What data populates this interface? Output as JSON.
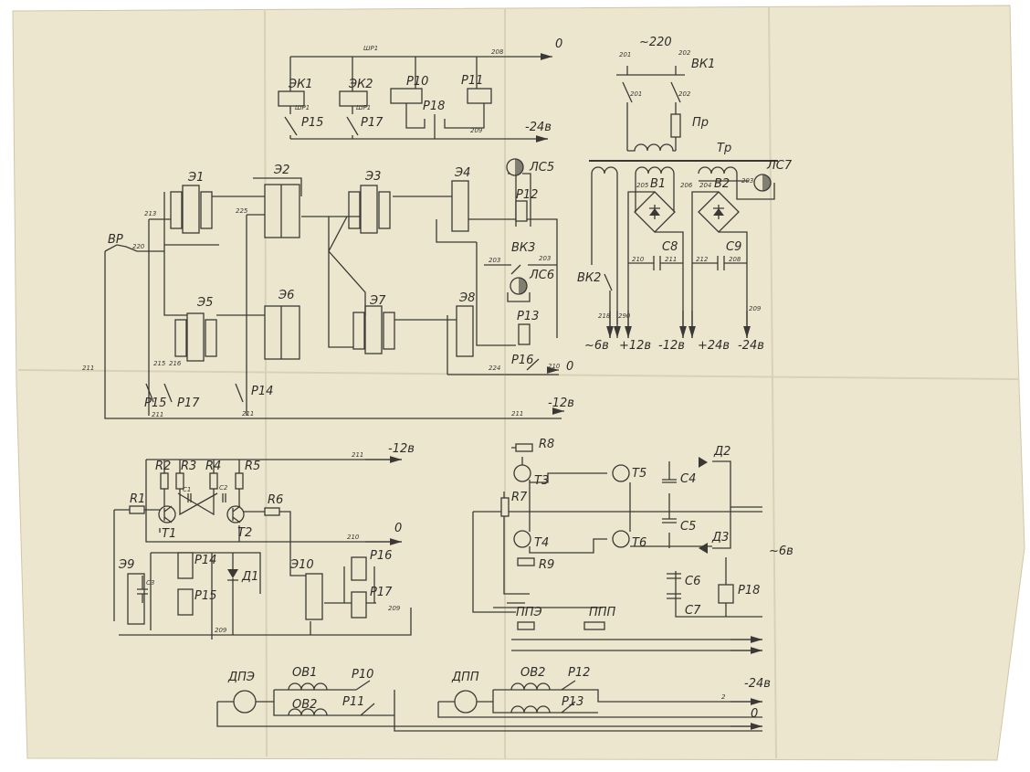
{
  "top": {
    "zero": "0",
    "shr1": "ШР1",
    "w208": "208",
    "ek1": "ЭК1",
    "ek2": "ЭК2",
    "p10": "Р10",
    "p11": "Р11",
    "shr1_a": "ШР1",
    "shr1_b": "ШР1",
    "p15": "Р15",
    "p17": "Р17",
    "p18": "Р18",
    "w209": "209",
    "minus24": "-24в"
  },
  "psu": {
    "v220": "~220",
    "w201a": "201",
    "w202a": "202",
    "vk1": "ВК1",
    "w201": "201",
    "w202": "202",
    "pr": "Пр",
    "tr": "Тр",
    "b1": "В1",
    "b2": "В2",
    "lc7": "ЛС7",
    "w205": "205",
    "w206": "206",
    "w204": "204",
    "w203": "203",
    "c8": "С8",
    "c9": "С9",
    "w210": "210",
    "w211": "211",
    "w212": "212",
    "w208": "208",
    "w209": "209",
    "vk2": "ВК2",
    "w218": "218",
    "w290": "290",
    "out_6": "~6в",
    "out_p12": "+12в",
    "out_m12": "-12в",
    "out_p24": "+24в",
    "out_m24": "-24в"
  },
  "logic": {
    "e1": "Э1",
    "e2": "Э2",
    "e3": "Э3",
    "e4": "Э4",
    "e5": "Э5",
    "e6": "Э6",
    "e7": "Э7",
    "e8": "Э8",
    "lc5": "ЛС5",
    "lc6": "ЛС6",
    "p12": "Р12",
    "p13": "Р13",
    "vk3": "ВК3",
    "vr": "ВР",
    "p15": "Р15",
    "p17": "Р17",
    "p14": "Р14",
    "p16": "Р16",
    "zero": "0",
    "minus12": "-12в",
    "w213": "213",
    "w220": "220",
    "w225": "225",
    "w203a": "203",
    "w203b": "203",
    "w224": "224",
    "w210": "210",
    "w211a": "211",
    "w211b": "211",
    "w211c": "211",
    "w211d": "211",
    "w216": "216",
    "w215": "215"
  },
  "osc": {
    "r1": "R1",
    "r2": "R2",
    "r3": "R3",
    "r4": "R4",
    "r5": "R5",
    "r6": "R6",
    "c1": "C1",
    "c2": "C2",
    "t1": "T1",
    "t2": "T2",
    "e9": "Э9",
    "e10": "Э10",
    "p14": "Р14",
    "p15": "Р15",
    "p16": "Р16",
    "p17": "Р17",
    "d1": "Д1",
    "c3": "C3",
    "minus12": "-12в",
    "zero": "0",
    "w211": "211",
    "w210": "210",
    "w209a": "209",
    "w209b": "209"
  },
  "reg": {
    "r7": "R7",
    "r8": "R8",
    "r9": "R9",
    "t3": "T3",
    "t4": "T4",
    "t5": "T5",
    "t6": "T6",
    "c4": "C4",
    "c5": "C5",
    "c6": "C6",
    "c7": "C7",
    "d2": "Д2",
    "d3": "Д3",
    "p18": "Р18",
    "ppe": "ППЭ",
    "ppp": "ППП",
    "out6": "~6в"
  },
  "motors": {
    "dpe": "ДПЭ",
    "ov1": "ОВ1",
    "ov2a": "ОВ2",
    "p10": "Р10",
    "p11": "Р11",
    "dpp": "ДПП",
    "ov2b": "ОВ2",
    "p12": "Р12",
    "p13": "Р13",
    "minus24": "-24в",
    "zero": "0",
    "w2": "2"
  }
}
